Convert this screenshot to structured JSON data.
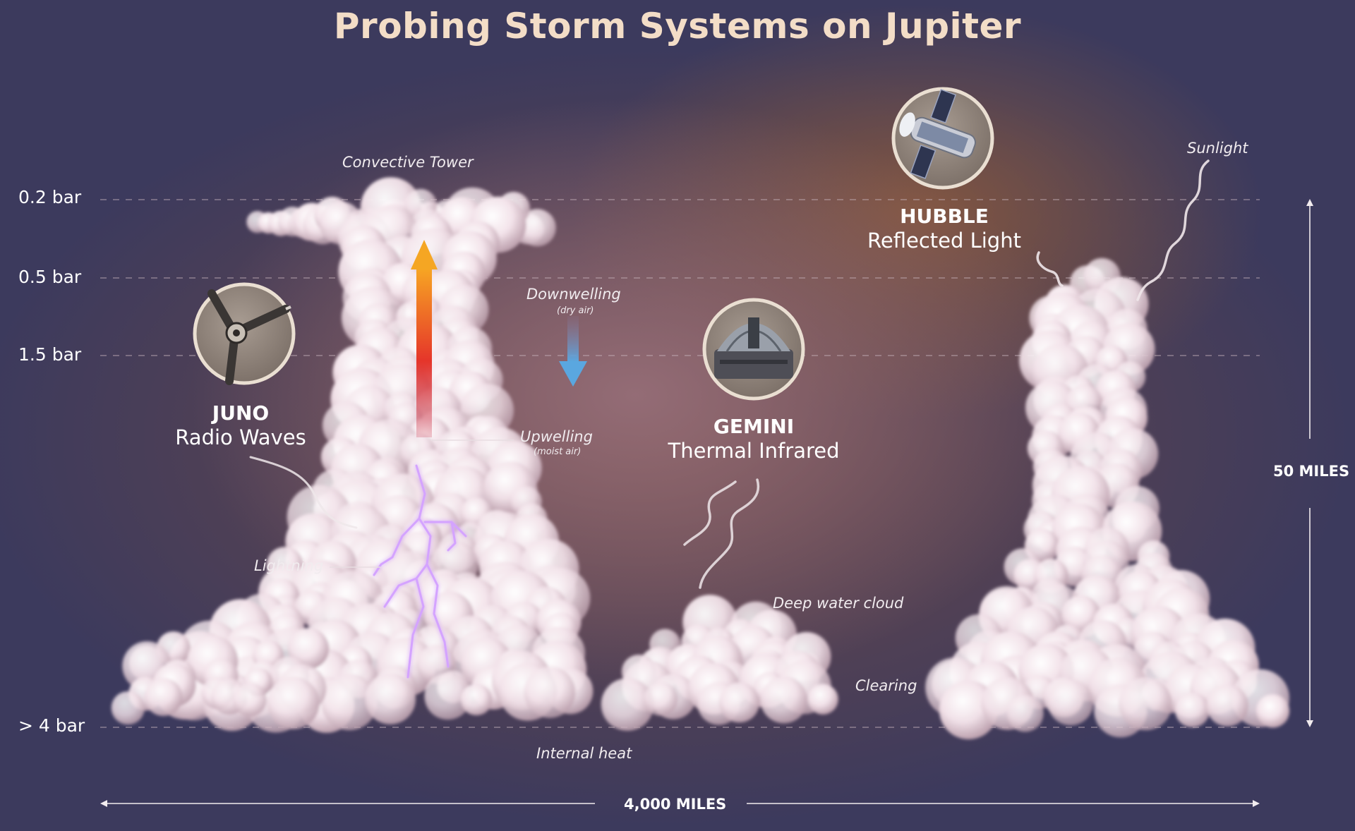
{
  "title": "Probing Storm Systems on Jupiter",
  "pressure_levels": [
    "0.2 bar",
    "0.5 bar",
    "1.5 bar",
    "> 4 bar"
  ],
  "instruments": {
    "juno": {
      "name": "JUNO",
      "method": "Radio Waves"
    },
    "gemini": {
      "name": "GEMINI",
      "method": "Thermal Infrared"
    },
    "hubble": {
      "name": "HUBBLE",
      "method": "Reflected Light"
    }
  },
  "labels": {
    "convective_tower": "Convective Tower",
    "downwelling": "Downwelling",
    "downwelling_note": "(dry air)",
    "upwelling": "Upwelling",
    "upwelling_note": "(moist air)",
    "lightning": "Lightning",
    "deep_water_cloud": "Deep water cloud",
    "clearing": "Clearing",
    "sunlight": "Sunlight",
    "internal_heat": "Internal heat"
  },
  "dimensions": {
    "height": "50 MILES",
    "width": "4,000 MILES"
  },
  "colors": {
    "title": "#f3ddc7",
    "cloud": "#f4e4ea",
    "upwelling_arrow_top": "#f5a623",
    "upwelling_arrow_bottom": "#d7152a",
    "downwelling_arrow": "#5aa7e0",
    "lightning": "#c98cf5",
    "badge_fill": "#8c8178",
    "badge_ring": "#eadfd2"
  },
  "icons": [
    "juno-spacecraft-icon",
    "gemini-observatory-icon",
    "hubble-telescope-icon"
  ]
}
